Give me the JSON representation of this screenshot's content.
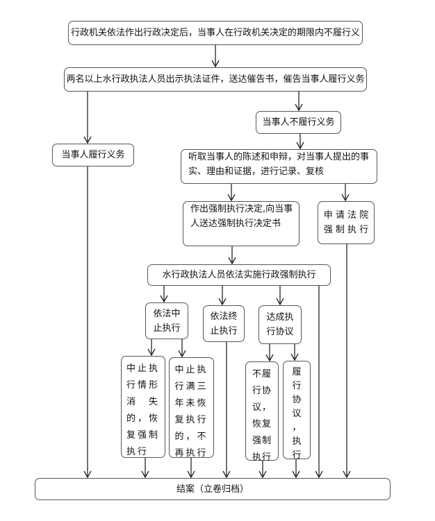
{
  "flowchart": {
    "nodes": {
      "start": "行政机关依法作出行政决定后，当事人在行政机关决定的期限内不履行义",
      "notice": "两名以上水行政执法人员出示执法证件，送达催告书，催告当事人履行义务",
      "comply": "当事人履行义务",
      "not_comply": "当事人不履行义务",
      "hearing_line1": "听取当事人的陈述和申辩，对当事人提出的事",
      "hearing_line2": "实、理由和证据，进行记录、复核",
      "decision_line1": "作出强制执行决定,向当事",
      "decision_line2": "人送达强制执行决定书",
      "court_line1": "申 请 法 院",
      "court_line2": "强 制 执 行",
      "enforce": "水行政执法人员依法实施行政强制执行",
      "suspend_line1": "依法中",
      "suspend_line2": "止执行",
      "terminate_line1": "依法终",
      "terminate_line2": "止执行",
      "agreement_line1": "达成执",
      "agreement_line2": "行协议",
      "resume_text": "中止执\n行情形\n消　失\n的，恢\n复强制\n执行",
      "no_resume_text": "中止执\n行满三\n年未恢\n复执行\n的，不\n再执行",
      "breach_text": "不履\n行协\n议，\n恢复\n强制\n执行",
      "fulfil_text": "履\n行\n协\n议\n，\n执\n行",
      "close": "结案（立卷归档）"
    }
  }
}
